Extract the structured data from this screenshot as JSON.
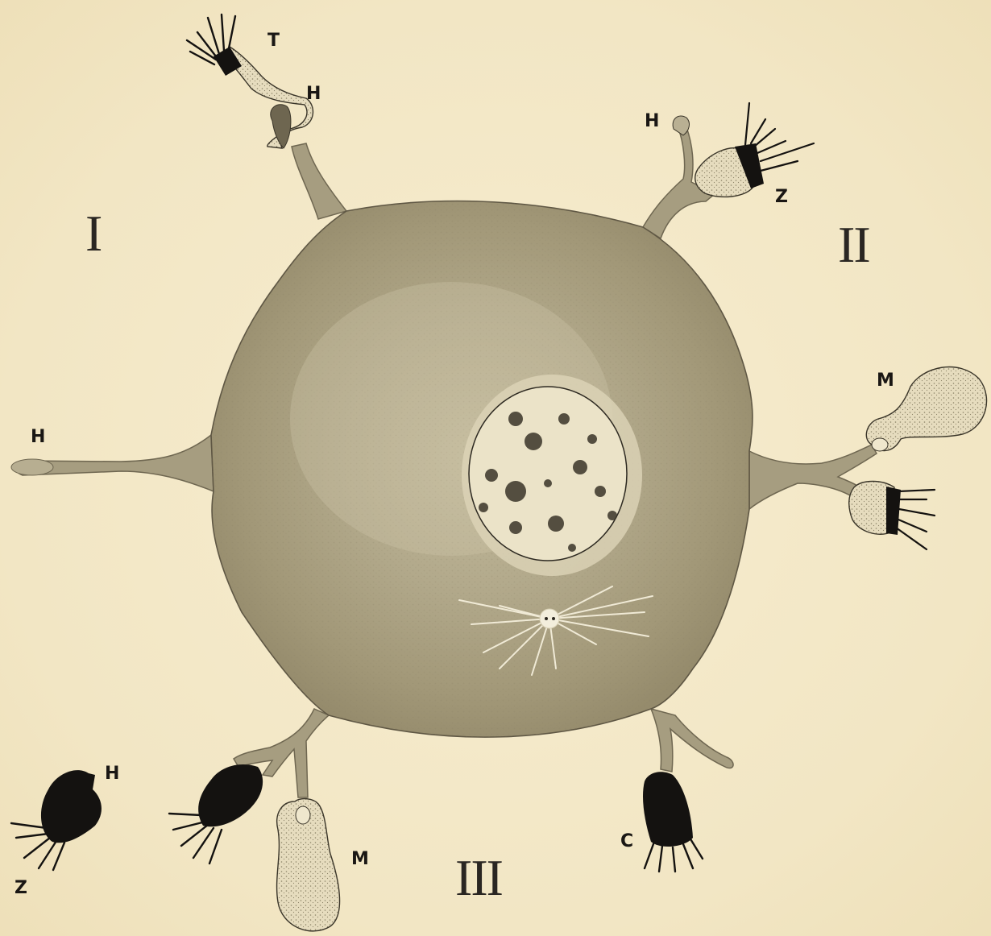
{
  "plate": {
    "background": "#f3e9c8",
    "cell_color": "#a9a084",
    "ink_color": "#141210",
    "region_labels": {
      "one": "I",
      "two": "II",
      "three": "III"
    },
    "letters": {
      "top_T": "T",
      "top_H": "H",
      "upper_right_H": "H",
      "upper_right_Z": "Z",
      "right_M": "M",
      "left_H": "H",
      "lower_left_H": "H",
      "lower_left_Z": "Z",
      "bottom_M": "M",
      "bottom_C": "C"
    }
  }
}
